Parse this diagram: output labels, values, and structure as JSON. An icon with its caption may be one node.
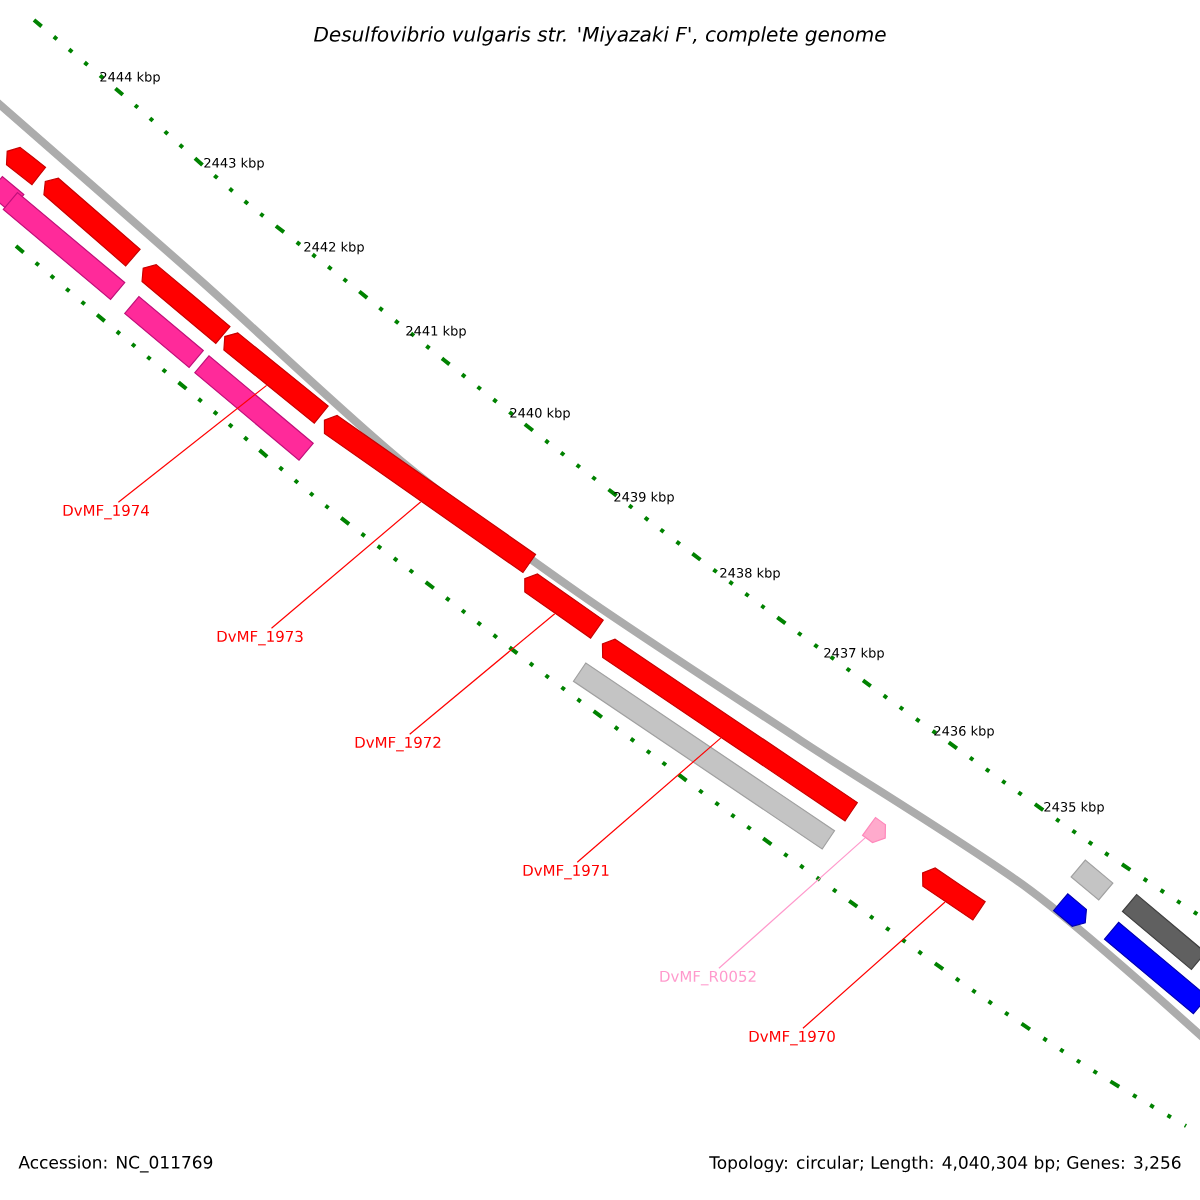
{
  "diagram": {
    "title": "Desulfovibrio vulgaris str. 'Miyazaki F', complete genome",
    "nodes": [
      {
        "text": [
          "DvMF_1974"
        ]
      },
      {
        "text": [
          "DvMF_1973"
        ]
      },
      {
        "text": [
          "DvMF_1972"
        ]
      },
      {
        "text": [
          "DvMF_1971"
        ]
      },
      {
        "text": [
          "DvMF_R0052"
        ]
      },
      {
        "text": [
          "DvMF_1970"
        ]
      },
      {
        "text": [],
        "shape": "bar"
      },
      {
        "text": [],
        "shape": "bar"
      },
      {
        "text": [],
        "shape": "bar"
      },
      {
        "text": [],
        "shape": "bar"
      },
      {
        "text": [],
        "shape": "bar"
      },
      {
        "text": [],
        "shape": "bar"
      },
      {
        "text": [],
        "shape": "bar"
      },
      {
        "text": [],
        "shape": "bar"
      },
      {
        "text": [],
        "shape": "bar"
      },
      {
        "text": [],
        "shape": "bar"
      },
      {
        "text": [],
        "shape": "bar"
      },
      {
        "text": [],
        "shape": "bar"
      },
      {
        "text": [],
        "shape": "bar"
      },
      {
        "text": [],
        "shape": "bar"
      },
      {
        "text": [],
        "shape": "bar"
      },
      {
        "text": [],
        "shape": "bar"
      },
      {
        "text": [],
        "shape": "bar"
      },
      {
        "text": [],
        "shape": "bar"
      }
    ],
    "edges": [
      {
        "from": 0,
        "to": 13,
        "arrow": "none"
      },
      {
        "from": 1,
        "to": 14,
        "arrow": "none"
      },
      {
        "from": 2,
        "to": 15,
        "arrow": "none"
      },
      {
        "from": 3,
        "to": 17,
        "arrow": "none"
      },
      {
        "from": 4,
        "to": 18,
        "arrow": "none",
        "color": "#ff99cc"
      },
      {
        "from": 5,
        "to": 19,
        "arrow": "none"
      }
    ],
    "labels": [
      "2444 kbp",
      "2443 kbp",
      "2442 kbp",
      "2441 kbp",
      "2440 kbp",
      "2439 kbp",
      "2438 kbp",
      "2437 kbp",
      "2436 kbp",
      "2435 kbp",
      "Accession: NC_011769",
      "Topology: circular; Length: 4,040,304 bp; Genes: 3,256"
    ]
  }
}
